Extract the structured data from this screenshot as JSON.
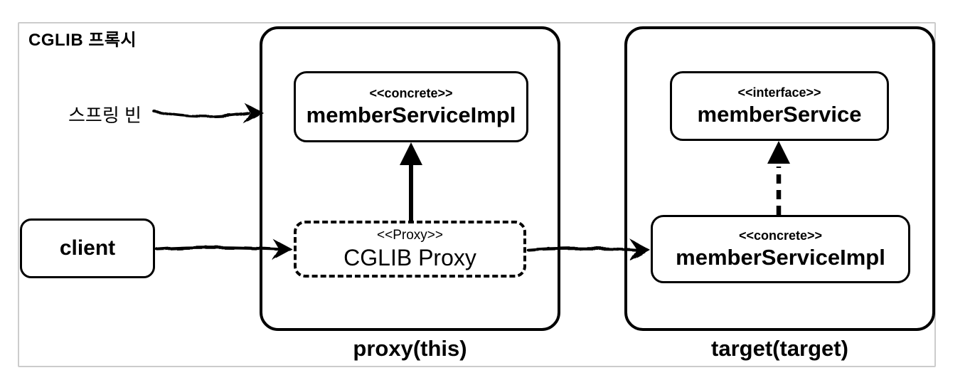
{
  "diagram": {
    "title": "CGLIB 프록시",
    "labels": {
      "spring_bean": "스프링 빈",
      "proxy_caption": "proxy(this)",
      "target_caption": "target(target)"
    },
    "nodes": {
      "client": {
        "label": "client"
      },
      "proxy_impl": {
        "stereotype": "<<concrete>>",
        "name": "memberServiceImpl"
      },
      "cglib_proxy": {
        "stereotype": "<<Proxy>>",
        "name": "CGLIB Proxy"
      },
      "target_interface": {
        "stereotype": "<<interface>>",
        "name": "memberService"
      },
      "target_impl": {
        "stereotype": "<<concrete>>",
        "name": "memberServiceImpl"
      }
    },
    "edges": [
      {
        "from": "spring_bean_label",
        "to": "proxy_container",
        "style": "hand-drawn-arrow"
      },
      {
        "from": "client",
        "to": "cglib_proxy",
        "style": "hand-drawn-arrow"
      },
      {
        "from": "cglib_proxy",
        "to": "proxy_impl",
        "style": "solid-arrow",
        "meaning": "extends"
      },
      {
        "from": "cglib_proxy",
        "to": "target_impl",
        "style": "hand-drawn-arrow",
        "meaning": "delegates call"
      },
      {
        "from": "target_impl",
        "to": "target_interface",
        "style": "dashed-arrow",
        "meaning": "implements"
      }
    ],
    "colors": {
      "line": "#000000",
      "frame": "#cccccc",
      "background": "#ffffff"
    }
  }
}
